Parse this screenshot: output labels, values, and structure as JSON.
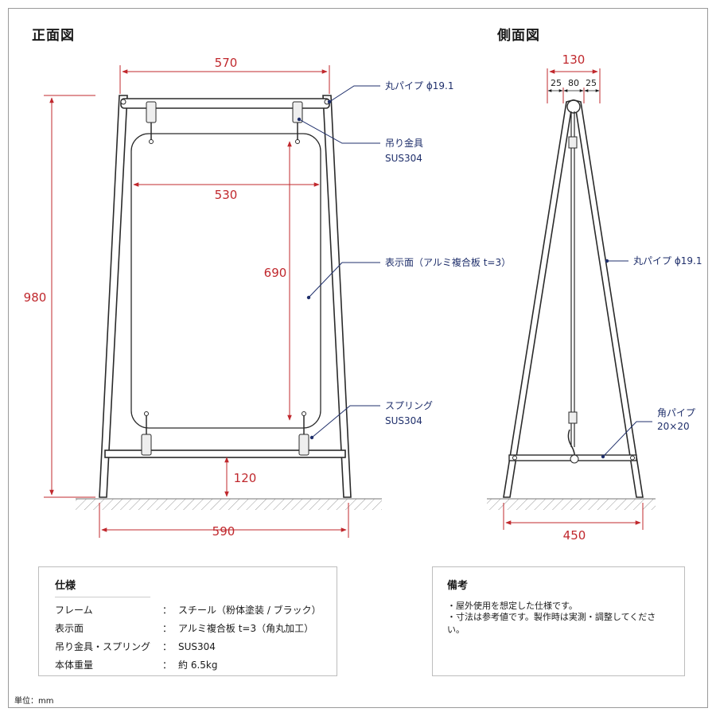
{
  "titles": {
    "front": "正面図",
    "side": "側面図"
  },
  "front_dims": {
    "top_width": "570",
    "panel_width": "530",
    "panel_height": "690",
    "total_height": "980",
    "bottom_height": "120",
    "base_width": "590"
  },
  "side_dims": {
    "total": "130",
    "left": "25",
    "middle": "80",
    "right": "25",
    "base": "450"
  },
  "front_labels": {
    "pipe": "丸パイプ ϕ19.1",
    "hanger": "吊り金具",
    "hanger_material": "SUS304",
    "display": "表示面（アルミ複合板 t=3）",
    "spring": "スプリング",
    "spring_material": "SUS304"
  },
  "side_labels": {
    "pipe": "丸パイプ ϕ19.1",
    "square_pipe": "角パイプ",
    "square_pipe_size": "20×20"
  },
  "specs": {
    "title": "仕様",
    "rows": [
      {
        "key": "フレーム",
        "sep": "：",
        "value": "スチール（粉体塗装 / ブラック）"
      },
      {
        "key": "表示面",
        "sep": "：",
        "value": "アルミ複合板 t=3（角丸加工）"
      },
      {
        "key": "吊り金具・スプリング",
        "sep": "：",
        "value": "SUS304"
      },
      {
        "key": "本体重量",
        "sep": "：",
        "value": "約 6.5kg"
      }
    ]
  },
  "notes": {
    "title": "備考",
    "items": [
      "・屋外使用を想定した仕様です。",
      "・寸法は参考値です。製作時は実測・調整してください。"
    ]
  },
  "unit": "単位：mm",
  "colors": {
    "dimension": "#c0282d",
    "label": "#1f2f6b",
    "frame": "#2a2a2a"
  }
}
